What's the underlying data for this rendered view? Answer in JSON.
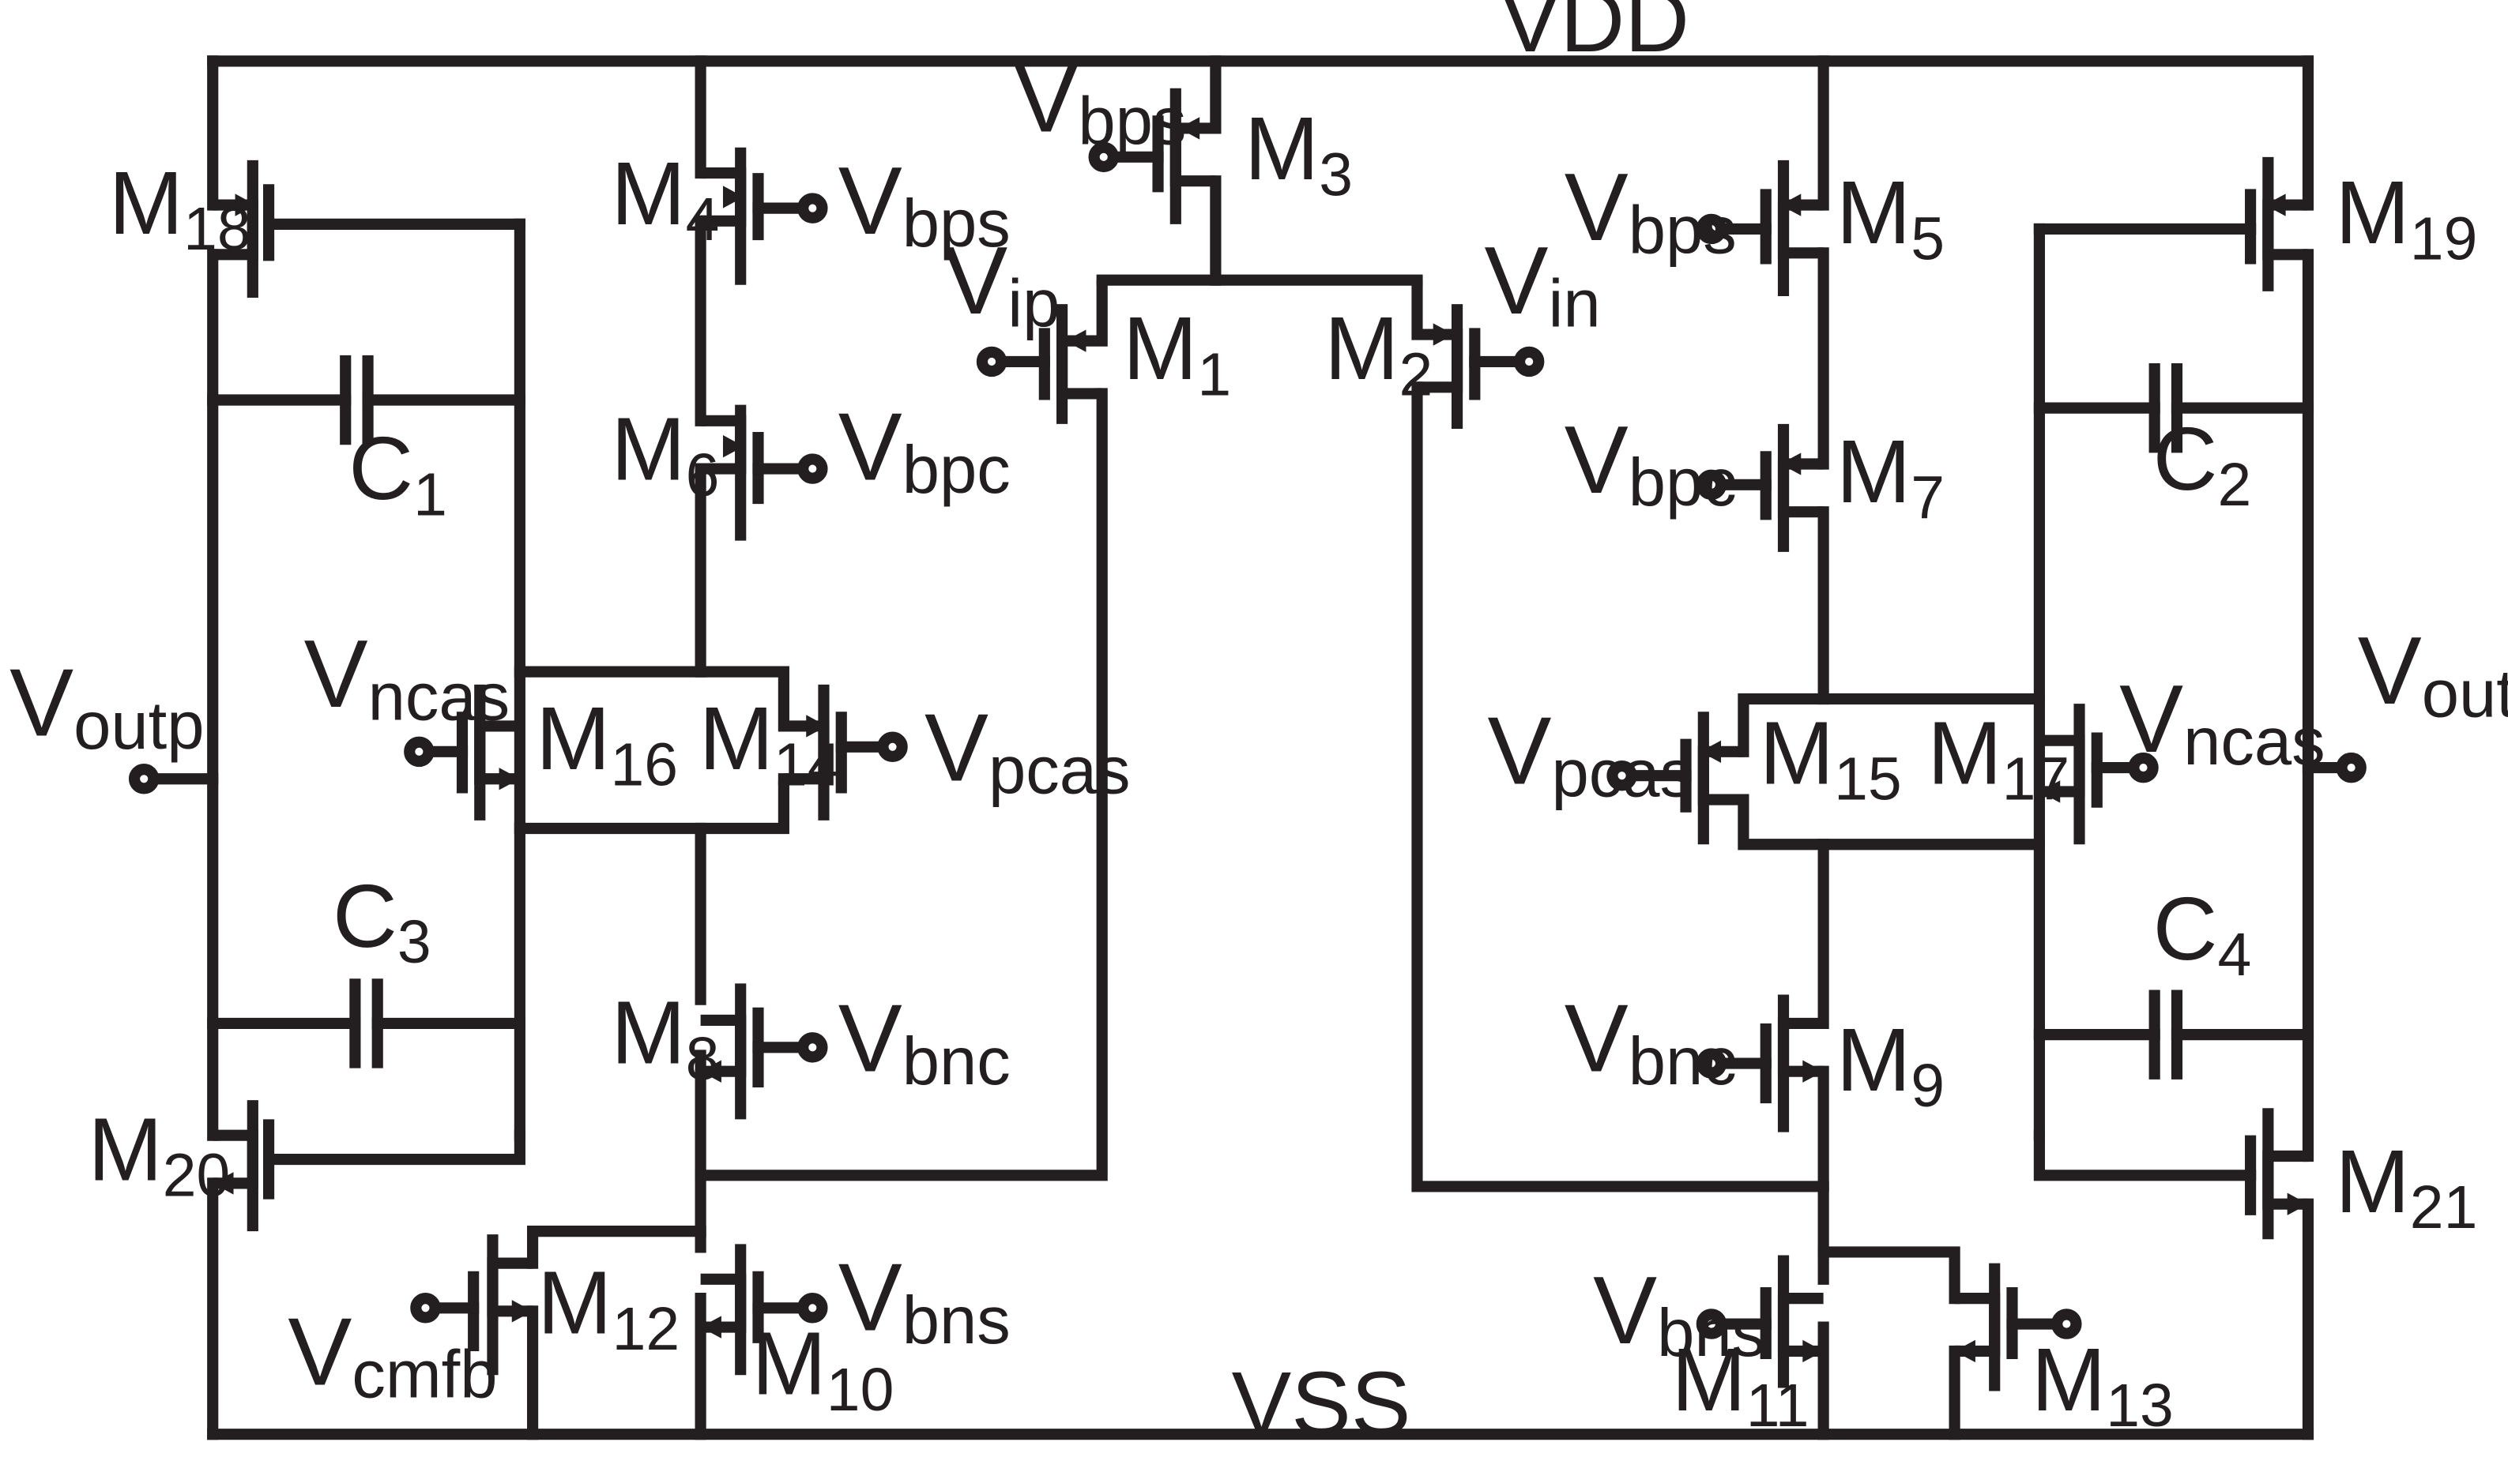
{
  "rails": {
    "vdd": "VDD",
    "vss": "VSS"
  },
  "transistors": {
    "m1": {
      "name": "M",
      "sub": "1"
    },
    "m2": {
      "name": "M",
      "sub": "2"
    },
    "m3": {
      "name": "M",
      "sub": "3"
    },
    "m4": {
      "name": "M",
      "sub": "4"
    },
    "m5": {
      "name": "M",
      "sub": "5"
    },
    "m6": {
      "name": "M",
      "sub": "6"
    },
    "m7": {
      "name": "M",
      "sub": "7"
    },
    "m8": {
      "name": "M",
      "sub": "8"
    },
    "m9": {
      "name": "M",
      "sub": "9"
    },
    "m10": {
      "name": "M",
      "sub": "10"
    },
    "m11": {
      "name": "M",
      "sub": "11"
    },
    "m12": {
      "name": "M",
      "sub": "12"
    },
    "m13": {
      "name": "M",
      "sub": "13"
    },
    "m14": {
      "name": "M",
      "sub": "14"
    },
    "m15": {
      "name": "M",
      "sub": "15"
    },
    "m16": {
      "name": "M",
      "sub": "16"
    },
    "m17": {
      "name": "M",
      "sub": "17"
    },
    "m18": {
      "name": "M",
      "sub": "18"
    },
    "m19": {
      "name": "M",
      "sub": "19"
    },
    "m20": {
      "name": "M",
      "sub": "20"
    },
    "m21": {
      "name": "M",
      "sub": "21"
    }
  },
  "capacitors": {
    "c1": {
      "name": "C",
      "sub": "1"
    },
    "c2": {
      "name": "C",
      "sub": "2"
    },
    "c3": {
      "name": "C",
      "sub": "3"
    },
    "c4": {
      "name": "C",
      "sub": "4"
    }
  },
  "signals": {
    "v": "V",
    "bps": "bps",
    "bpc": "bpc",
    "pcas": "pcas",
    "ncas": "ncas",
    "bnc": "bnc",
    "bns": "bns",
    "ip": "ip",
    "in": "in",
    "outp": "outp",
    "outn": "outn",
    "cmfb": "cmfb"
  }
}
